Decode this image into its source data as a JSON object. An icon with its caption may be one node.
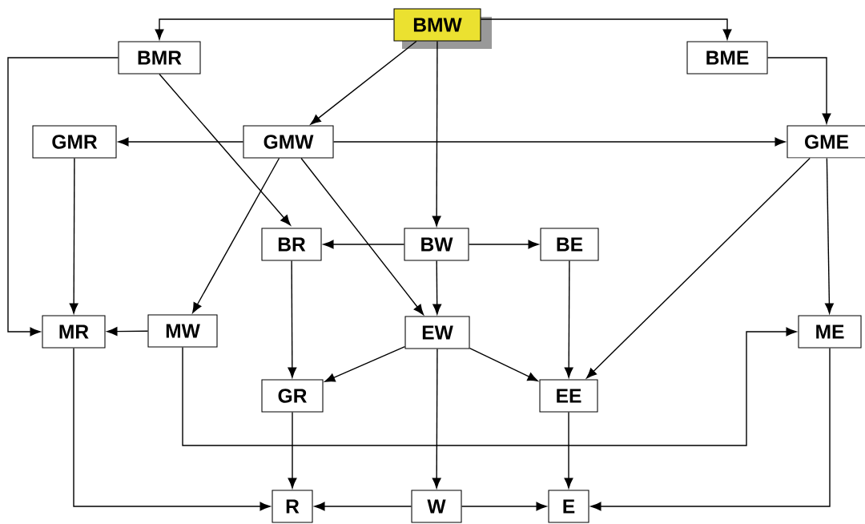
{
  "diagram": {
    "nodes": [
      {
        "text": [
          "BMW"
        ]
      },
      {
        "text": [
          "BMR"
        ]
      },
      {
        "text": [
          "BME"
        ]
      },
      {
        "text": [
          "GMR"
        ]
      },
      {
        "text": [
          "GMW"
        ]
      },
      {
        "text": [
          "GME"
        ]
      },
      {
        "text": [
          "BR"
        ]
      },
      {
        "text": [
          "BW"
        ]
      },
      {
        "text": [
          "BE"
        ]
      },
      {
        "text": [
          "MR"
        ]
      },
      {
        "text": [
          "MW"
        ]
      },
      {
        "text": [
          "EW"
        ]
      },
      {
        "text": [
          "ME"
        ]
      },
      {
        "text": [
          "GR"
        ]
      },
      {
        "text": [
          "EE"
        ]
      },
      {
        "text": [
          "R"
        ]
      },
      {
        "text": [
          "W"
        ]
      },
      {
        "text": [
          "E"
        ]
      }
    ],
    "edges": [
      {
        "from": 0,
        "to": 1,
        "arrow": "to"
      },
      {
        "from": 0,
        "to": 2,
        "arrow": "to"
      },
      {
        "from": 0,
        "to": 4,
        "arrow": "to"
      },
      {
        "from": 0,
        "to": 7,
        "arrow": "to"
      },
      {
        "from": 1,
        "to": 9,
        "arrow": "to"
      },
      {
        "from": 1,
        "to": 6,
        "arrow": "to"
      },
      {
        "from": 2,
        "to": 5,
        "arrow": "to"
      },
      {
        "from": 4,
        "to": 3,
        "arrow": "to"
      },
      {
        "from": 4,
        "to": 5,
        "arrow": "to"
      },
      {
        "from": 4,
        "to": 10,
        "arrow": "to"
      },
      {
        "from": 4,
        "to": 11,
        "arrow": "to"
      },
      {
        "from": 3,
        "to": 9,
        "arrow": "to"
      },
      {
        "from": 5,
        "to": 14,
        "arrow": "to"
      },
      {
        "from": 5,
        "to": 12,
        "arrow": "to"
      },
      {
        "from": 7,
        "to": 6,
        "arrow": "to"
      },
      {
        "from": 7,
        "to": 8,
        "arrow": "to"
      },
      {
        "from": 7,
        "to": 11,
        "arrow": "to"
      },
      {
        "from": 6,
        "to": 13,
        "arrow": "to"
      },
      {
        "from": 8,
        "to": 14,
        "arrow": "to"
      },
      {
        "from": 10,
        "to": 9,
        "arrow": "to"
      },
      {
        "from": 10,
        "to": 12,
        "arrow": "to"
      },
      {
        "from": 11,
        "to": 13,
        "arrow": "to"
      },
      {
        "from": 11,
        "to": 14,
        "arrow": "to"
      },
      {
        "from": 11,
        "to": 16,
        "arrow": "to"
      },
      {
        "from": 9,
        "to": 15,
        "arrow": "to"
      },
      {
        "from": 13,
        "to": 15,
        "arrow": "to"
      },
      {
        "from": 14,
        "to": 17,
        "arrow": "to"
      },
      {
        "from": 16,
        "to": 15,
        "arrow": "to"
      },
      {
        "from": 16,
        "to": 17,
        "arrow": "to"
      },
      {
        "from": 12,
        "to": 17,
        "arrow": "to"
      }
    ]
  }
}
